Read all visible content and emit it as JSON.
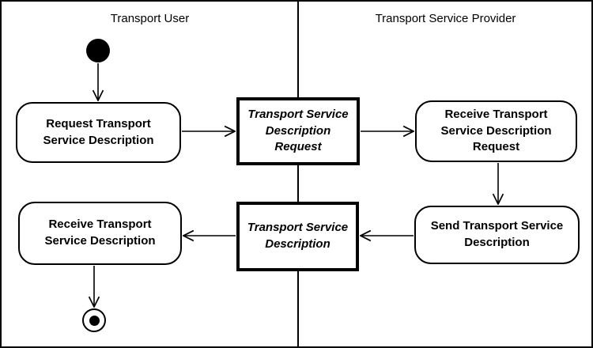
{
  "lanes": [
    {
      "title": "Transport User"
    },
    {
      "title": "Transport Service Provider"
    }
  ],
  "nodes": {
    "request_tsd": {
      "type": "action",
      "lane": "Transport User",
      "label": "Request Transport\nService Description"
    },
    "tsd_request_obj": {
      "type": "object",
      "lane": "shared",
      "label": "Transport Service\nDescription\nRequest"
    },
    "receive_tsd_request": {
      "type": "action",
      "lane": "Transport Service Provider",
      "label": "Receive Transport\nService Description\nRequest"
    },
    "send_tsd": {
      "type": "action",
      "lane": "Transport Service Provider",
      "label": "Send Transport Service\nDescription"
    },
    "tsd_obj": {
      "type": "object",
      "lane": "shared",
      "label": "Transport Service\nDescription"
    },
    "receive_tsd": {
      "type": "action",
      "lane": "Transport User",
      "label": "Receive Transport\nService Description"
    }
  },
  "flows": [
    {
      "from": "initial-node",
      "to": "request_tsd"
    },
    {
      "from": "request_tsd",
      "to": "tsd_request_obj"
    },
    {
      "from": "tsd_request_obj",
      "to": "receive_tsd_request"
    },
    {
      "from": "receive_tsd_request",
      "to": "send_tsd"
    },
    {
      "from": "send_tsd",
      "to": "tsd_obj"
    },
    {
      "from": "tsd_obj",
      "to": "receive_tsd"
    },
    {
      "from": "receive_tsd",
      "to": "final-node"
    }
  ],
  "colors": {
    "line": "#000000",
    "background": "#ffffff"
  }
}
